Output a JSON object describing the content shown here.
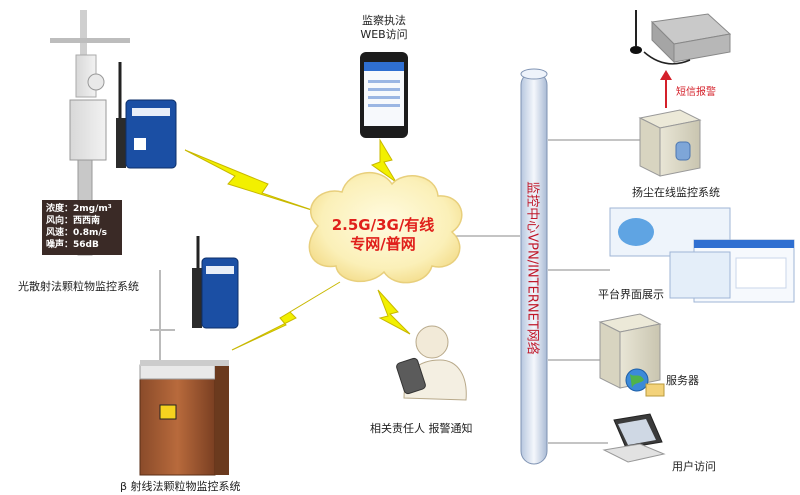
{
  "cloud": {
    "line1": "2.5G/3G/有线",
    "line2": "专网/普网"
  },
  "backbone_label": "监控中心VPN/INTERNET网络",
  "labels": {
    "light_scatter": "光散射法颗粒物监控系统",
    "beta_ray": "β 射线法颗粒物监控系统",
    "web_access_1": "监察执法",
    "web_access_2": "WEB访问",
    "responsible": "相关责任人 报警通知",
    "sms_alarm": "短信报警",
    "dust_system": "扬尘在线监控系统",
    "platform": "平台界面展示",
    "server": "服务器",
    "user_access": "用户访问"
  },
  "display_board": {
    "rows": [
      {
        "name": "浓度：",
        "value": "2mg/m³"
      },
      {
        "name": "风向：",
        "value": "西西南"
      },
      {
        "name": "风速：",
        "value": "0.8m/s"
      },
      {
        "name": "噪声：",
        "value": "56dB"
      }
    ]
  },
  "colors": {
    "cloud_text": "#e0201b",
    "backbone_text": "#c0182a",
    "bolt": "#f2f000",
    "sms_text": "#d4202a",
    "board_bg": "#3a2a26",
    "board_text": "#ffffff"
  },
  "icons": [
    "gateway-icon",
    "phone-icon",
    "server-icon",
    "laptop-icon",
    "person-icon",
    "sms-modem-icon",
    "globe-icon",
    "weather-pole-icon",
    "beta-cabinet-icon",
    "platform-screens-icon"
  ]
}
